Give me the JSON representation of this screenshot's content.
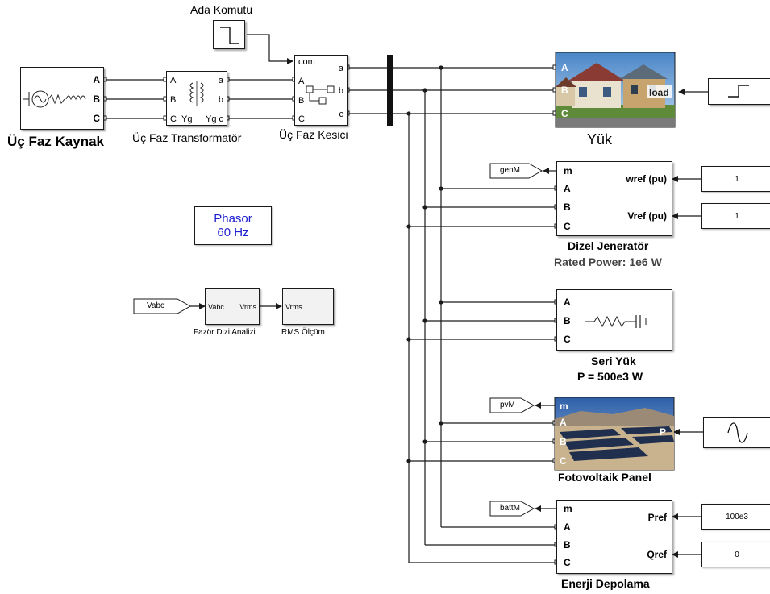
{
  "blocks": {
    "source": {
      "title": "Üç Faz Kaynak",
      "ports": [
        "A",
        "B",
        "C"
      ]
    },
    "transformer": {
      "title": "Üç Faz Transformatör",
      "left_ports": [
        "A",
        "B",
        "C"
      ],
      "right_ports": [
        "a",
        "b",
        "c"
      ],
      "winding1": "Yg",
      "winding2": "Yg"
    },
    "breaker": {
      "title": "Üç Faz Kesici",
      "left_ports": [
        "com",
        "A",
        "B",
        "C"
      ],
      "right_ports": [
        "a",
        "b",
        "c"
      ]
    },
    "island_cmd": {
      "title": "Ada Komutu"
    },
    "load": {
      "title": "Yük",
      "ports": [
        "A",
        "B",
        "C"
      ],
      "right_port": "load"
    },
    "step_right": {
      "name": "step"
    },
    "phasor": {
      "line1": "Phasor",
      "line2": "60 Hz"
    },
    "vabc_tag": {
      "label": "Vabc"
    },
    "seq_analyzer": {
      "title": "Fazör Dizi Analizi",
      "in_port": "Vabc",
      "out_port": "Vrms"
    },
    "rms": {
      "title": "RMS Ölçüm",
      "in_port": "Vrms"
    },
    "diesel": {
      "title": "Dizel Jeneratör",
      "subtitle": "Rated Power: 1e6 W",
      "left_ports": [
        "m",
        "A",
        "B",
        "C"
      ],
      "right_ports": [
        "wref (pu)",
        "Vref (pu)"
      ],
      "tag": "genM",
      "const1": "1",
      "const2": "1"
    },
    "series_load": {
      "title": "Seri Yük",
      "subtitle": "P = 500e3 W",
      "ports": [
        "A",
        "B",
        "C"
      ]
    },
    "pv": {
      "title": "Fotovoltaik Panel",
      "left_ports": [
        "m",
        "A",
        "B",
        "C"
      ],
      "right_port": "P",
      "tag": "pvM"
    },
    "storage": {
      "title": "Enerji Depolama",
      "left_ports": [
        "m",
        "A",
        "B",
        "C"
      ],
      "right_ports": [
        "Pref",
        "Qref"
      ],
      "tag": "battM",
      "const1": "100e3",
      "const2": "0"
    }
  },
  "colors": {
    "line": "#1a1a1a",
    "phasor_text": "#1f1fd0",
    "block_bg": "#ffffff",
    "subsystem_bg": "#f2f2f2"
  },
  "icons": [
    "ac-source-icon",
    "transformer-coil-icon",
    "breaker-switch-icon",
    "step-icon",
    "sine-icon",
    "resistor-capacitor-icon",
    "house-photo-icon",
    "solar-field-photo-icon"
  ]
}
